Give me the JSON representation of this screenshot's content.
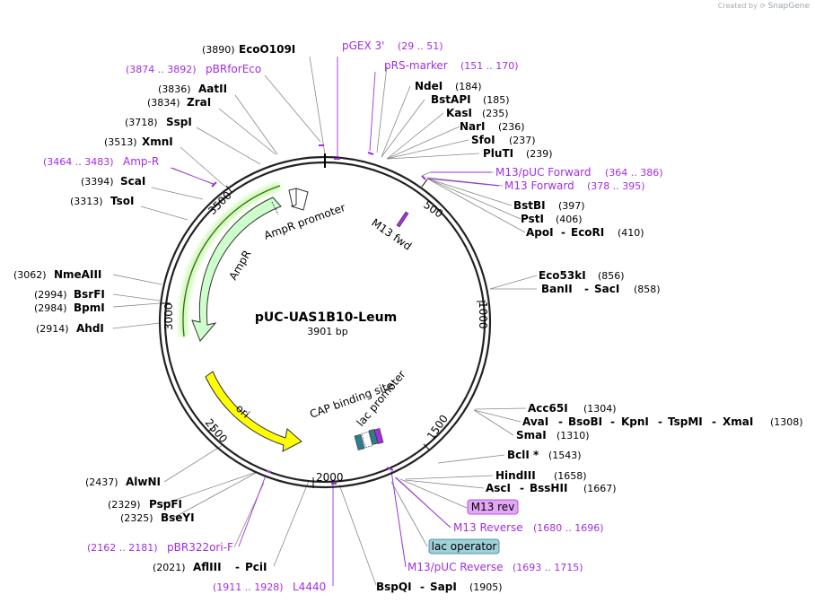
{
  "credit": {
    "prefix": "Created by",
    "brand": "SnapGene"
  },
  "plasmid": {
    "name": "pUC-UAS1B10-Leum",
    "length_label": "3901 bp"
  },
  "ticks": [
    "500",
    "1000",
    "1500",
    "2000",
    "2500",
    "3000",
    "3500"
  ],
  "features": {
    "ampr": "AmpR",
    "ampr_promoter": "AmpR promoter",
    "ori": "ori",
    "m13_fwd": "M13 fwd",
    "cap": "CAP binding site",
    "lac_promoter": "lac promoter",
    "m13_rev_box": "M13 rev",
    "lac_operator_box": "lac operator"
  },
  "labels": {
    "ecoo109i": {
      "pos": "(3890)",
      "name": "EcoO109I"
    },
    "pgex3": {
      "name": "pGEX 3'",
      "range": "(29 .. 51)"
    },
    "pbrforeco": {
      "range": "(3874 .. 3892)",
      "name": "pBRforEco"
    },
    "prsmarker": {
      "name": "pRS-marker",
      "range": "(151 .. 170)"
    },
    "ndei": {
      "name": "NdeI",
      "pos": "(184)"
    },
    "aatii": {
      "pos": "(3836)",
      "name": "AatII"
    },
    "bstapi": {
      "name": "BstAPI",
      "pos": "(185)"
    },
    "zrai": {
      "pos": "(3834)",
      "name": "ZraI"
    },
    "kasi": {
      "name": "KasI",
      "pos": "(235)"
    },
    "sspi": {
      "pos": "(3718)",
      "name": "SspI"
    },
    "nari": {
      "name": "NarI",
      "pos": "(236)"
    },
    "sfoi": {
      "name": "SfoI",
      "pos": "(237)"
    },
    "xmni": {
      "pos": "(3513)",
      "name": "XmnI"
    },
    "pluti": {
      "name": "PluTI",
      "pos": "(239)"
    },
    "ampr_primer": {
      "range": "(3464 .. 3483)",
      "name": "Amp-R"
    },
    "m13puc_fwd": {
      "name": "M13/pUC Forward",
      "range": "(364 .. 386)"
    },
    "scai": {
      "pos": "(3394)",
      "name": "ScaI"
    },
    "m13_forward": {
      "name": "M13 Forward",
      "range": "(378 .. 395)"
    },
    "tsoi": {
      "pos": "(3313)",
      "name": "TsoI"
    },
    "bstbi": {
      "name": "BstBI",
      "pos": "(397)"
    },
    "psti": {
      "name": "PstI",
      "pos": "(406)"
    },
    "apoi": {
      "name1": "ApoI",
      "sep": "-",
      "name2": "EcoRI",
      "pos": "(410)"
    },
    "nmeaiii": {
      "pos": "(3062)",
      "name": "NmeAIII"
    },
    "eco53ki": {
      "name": "Eco53kI",
      "pos": "(856)"
    },
    "bsrfi": {
      "pos": "(2994)",
      "name": "BsrFI"
    },
    "banii": {
      "name1": "BanII",
      "sep": "-",
      "name2": "SacI",
      "pos": "(858)"
    },
    "bpmi": {
      "pos": "(2984)",
      "name": "BpmI"
    },
    "ahdi": {
      "pos": "(2914)",
      "name": "AhdI"
    },
    "acc65i": {
      "name": "Acc65I",
      "pos": "(1304)"
    },
    "avai": {
      "names": [
        "AvaI",
        "-",
        "BsoBI",
        "-",
        "KpnI",
        "-",
        "TspMI",
        "-",
        "XmaI"
      ],
      "pos": "(1308)"
    },
    "smai": {
      "name": "SmaI",
      "pos": "(1310)"
    },
    "bcli": {
      "name": "BclI *",
      "pos": "(1543)"
    },
    "hindiii": {
      "name": "HindIII",
      "pos": "(1658)"
    },
    "asci": {
      "name1": "AscI",
      "sep": "-",
      "name2": "BssHII",
      "pos": "(1667)"
    },
    "alwni": {
      "pos": "(2437)",
      "name": "AlwNI"
    },
    "pspfi": {
      "pos": "(2329)",
      "name": "PspFI"
    },
    "bseyi": {
      "pos": "(2325)",
      "name": "BseYI"
    },
    "m13_reverse": {
      "name": "M13 Reverse",
      "range": "(1680 .. 1696)"
    },
    "pbr322ori": {
      "range": "(2162 .. 2181)",
      "name": "pBR322ori-F"
    },
    "m13puc_rev": {
      "name": "M13/pUC Reverse",
      "range": "(1693 .. 1715)"
    },
    "afliii": {
      "pos": "(2021)",
      "name1": "AflIII",
      "sep": "-",
      "name2": "PciI"
    },
    "l4440": {
      "range": "(1911 .. 1928)",
      "name": "L4440"
    },
    "bspqi": {
      "name1": "BspQI",
      "sep": "-",
      "name2": "SapI",
      "pos": "(1905)"
    }
  },
  "colors": {
    "backbone": "#222222",
    "primer": "#a12ee0",
    "ampr_fill": "#ccffcc",
    "ori_fill": "#ffff00",
    "m13rev_box": "#e2a8f5",
    "lac_operator_box": "#9fd1d9",
    "lac_promoter_fill": "#2d7f8f"
  }
}
